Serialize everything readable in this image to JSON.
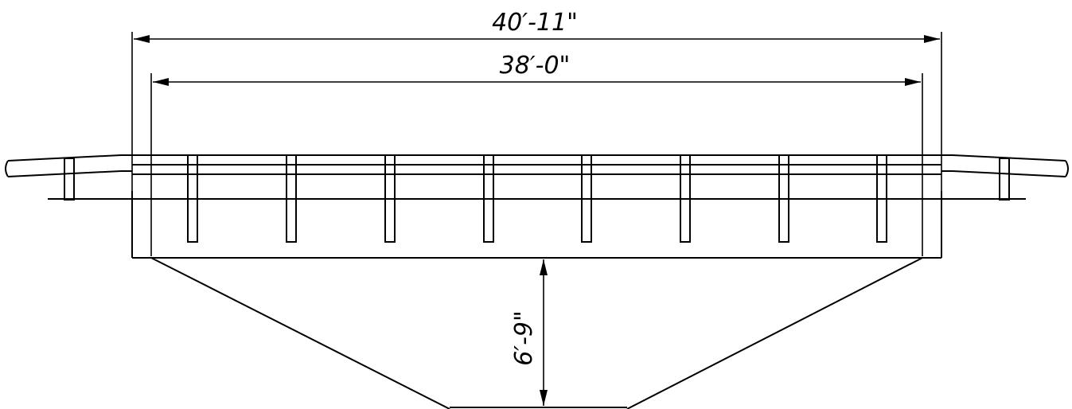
{
  "dimensions": {
    "overall_width": "40′-11\"",
    "clear_width": "38′-0\"",
    "depth": "6′-9\""
  }
}
